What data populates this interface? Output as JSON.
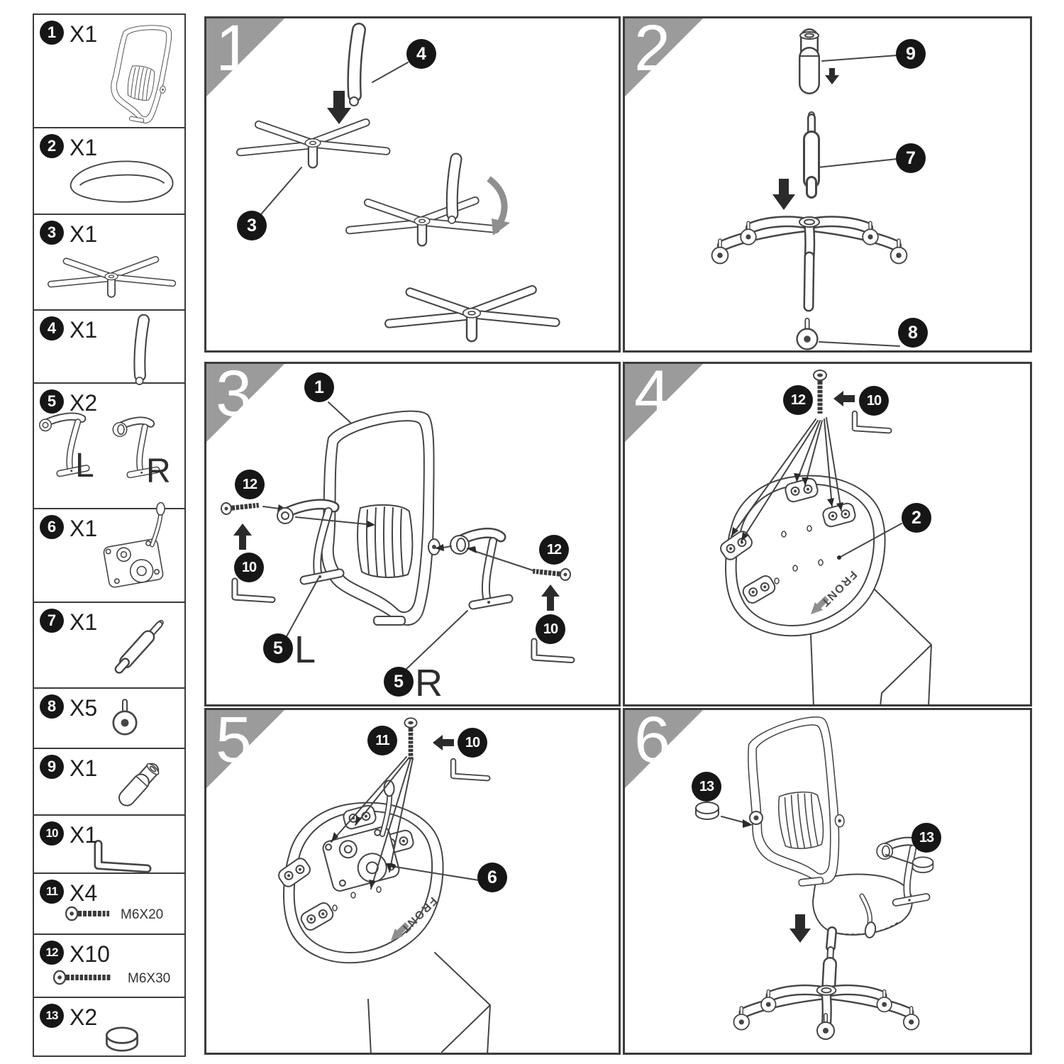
{
  "colors": {
    "line": "#454545",
    "badge_bg": "#161616",
    "badge_fg": "#ffffff",
    "corner_gray": "#9b9b9b",
    "soft_gray": "#8f8f8f",
    "background": "#ffffff"
  },
  "sidebar": {
    "parts": [
      {
        "num": "1",
        "qty": "X1",
        "part": "chair-back"
      },
      {
        "num": "2",
        "qty": "X1",
        "part": "seat"
      },
      {
        "num": "3",
        "qty": "X1",
        "part": "chair-base"
      },
      {
        "num": "4",
        "qty": "X1",
        "part": "base-leg"
      },
      {
        "num": "5",
        "qty": "X2",
        "part": "armrests",
        "label_left": "L",
        "label_right": "R"
      },
      {
        "num": "6",
        "qty": "X1",
        "part": "seat-mechanism"
      },
      {
        "num": "7",
        "qty": "X1",
        "part": "gas-lift"
      },
      {
        "num": "8",
        "qty": "X5",
        "part": "caster"
      },
      {
        "num": "9",
        "qty": "X1",
        "part": "gas-lift-cover"
      },
      {
        "num": "10",
        "qty": "X1",
        "part": "allen-key"
      },
      {
        "num": "11",
        "qty": "X4",
        "part": "screw",
        "spec": "M6X20"
      },
      {
        "num": "12",
        "qty": "X10",
        "part": "screw",
        "spec": "M6X30"
      },
      {
        "num": "13",
        "qty": "X2",
        "part": "cap"
      }
    ]
  },
  "panels": [
    {
      "num": "1",
      "callouts": {
        "c4": "4",
        "c3": "3"
      }
    },
    {
      "num": "2",
      "callouts": {
        "c9": "9",
        "c7": "7",
        "c8": "8"
      }
    },
    {
      "num": "3",
      "callouts": {
        "c1": "1",
        "c12_left": "12",
        "c10_left": "10",
        "c5_left": "5",
        "letter_left": "L",
        "c12_right": "12",
        "c10_right": "10",
        "c5_right": "5",
        "letter_right": "R"
      }
    },
    {
      "num": "4",
      "callouts": {
        "c12": "12",
        "c10": "10",
        "c2": "2"
      },
      "front_label": "FRONT"
    },
    {
      "num": "5",
      "callouts": {
        "c11": "11",
        "c10": "10",
        "c6": "6"
      },
      "front_label": "FRONT"
    },
    {
      "num": "6",
      "callouts": {
        "c13_left": "13",
        "c13_right": "13"
      }
    }
  ]
}
